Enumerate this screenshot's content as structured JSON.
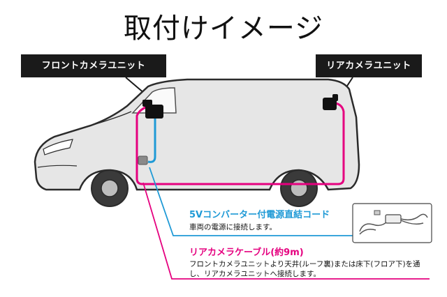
{
  "title": "取付けイメージ",
  "labels": {
    "front_camera": "フロントカメラユニット",
    "rear_camera": "リアカメラユニット"
  },
  "power_cable": {
    "title": "5Vコンバーター付電源直結コード",
    "description": "車両の電源に接続します。"
  },
  "rear_cable": {
    "title": "リアカメラケーブル(約9m)",
    "description": "フロントカメラユニットより天井(ルーフ裏)または床下(フロア下)を通し、リアカメラユニットへ接続します。"
  },
  "colors": {
    "blue": "#1f9ad6",
    "pink": "#e5007f",
    "tag_bg": "#1a1a1a"
  }
}
